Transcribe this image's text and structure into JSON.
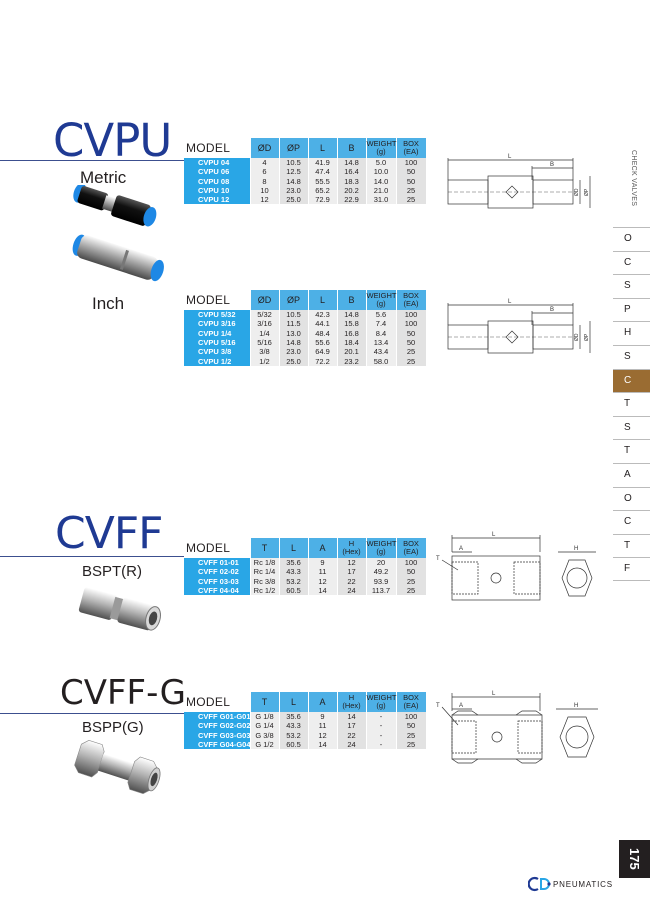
{
  "colors": {
    "accent": "#4db0e6",
    "model_cell": "#29a6e6",
    "title": "#1f3a93",
    "active_nav": "#9a6c32"
  },
  "side_category": "CHECK VALVES",
  "nav": [
    "O",
    "C",
    "S",
    "P",
    "H",
    "S",
    "C",
    "T",
    "S",
    "T",
    "A",
    "O",
    "C",
    "T",
    "F"
  ],
  "nav_active_index": 6,
  "page_number": "175",
  "brand": {
    "logo_icon": "cdc-logo-icon",
    "name": "PNEUMATICS"
  },
  "cvpu": {
    "title": "CVPU",
    "metric_label": "Metric",
    "inch_label": "Inch",
    "metric_headers": [
      "MODEL",
      "ØD",
      "ØP",
      "L",
      "B",
      "WEIGHT\n(g)",
      "BOX\n(EA)"
    ],
    "metric_rows": [
      [
        "CVPU 04",
        "4",
        "10.5",
        "41.9",
        "14.8",
        "5.0",
        "100"
      ],
      [
        "CVPU 06",
        "6",
        "12.5",
        "47.4",
        "16.4",
        "10.0",
        "50"
      ],
      [
        "CVPU 08",
        "8",
        "14.8",
        "55.5",
        "18.3",
        "14.0",
        "50"
      ],
      [
        "CVPU 10",
        "10",
        "23.0",
        "65.2",
        "20.2",
        "21.0",
        "25"
      ],
      [
        "CVPU 12",
        "12",
        "25.0",
        "72.9",
        "22.9",
        "31.0",
        "25"
      ]
    ],
    "inch_headers": [
      "MODEL",
      "ØD",
      "ØP",
      "L",
      "B",
      "WEIGHT\n(g)",
      "BOX\n(EA)"
    ],
    "inch_rows": [
      [
        "CVPU 5/32",
        "5/32",
        "10.5",
        "42.3",
        "14.8",
        "5.6",
        "100"
      ],
      [
        "CVPU 3/16",
        "3/16",
        "11.5",
        "44.1",
        "15.8",
        "7.4",
        "100"
      ],
      [
        "CVPU 1/4",
        "1/4",
        "13.0",
        "48.4",
        "16.8",
        "8.4",
        "50"
      ],
      [
        "CVPU 5/16",
        "5/16",
        "14.8",
        "55.6",
        "18.4",
        "13.4",
        "50"
      ],
      [
        "CVPU 3/8",
        "3/8",
        "23.0",
        "64.9",
        "20.1",
        "43.4",
        "25"
      ],
      [
        "CVPU 1/2",
        "1/2",
        "25.0",
        "72.2",
        "23.2",
        "58.0",
        "25"
      ]
    ],
    "drawing_labels": {
      "L": "L",
      "B": "B",
      "P": "ØP",
      "D": "ØD"
    }
  },
  "cvff": {
    "title": "CVFF",
    "label": "BSPT(R)",
    "headers": [
      "MODEL",
      "T",
      "L",
      "A",
      "H\n(Hex)",
      "WEIGHT\n(g)",
      "BOX\n(EA)"
    ],
    "rows": [
      [
        "CVFF 01-01",
        "Rc 1/8",
        "35.6",
        "9",
        "12",
        "20",
        "100"
      ],
      [
        "CVFF 02-02",
        "Rc 1/4",
        "43.3",
        "11",
        "17",
        "49.2",
        "50"
      ],
      [
        "CVFF 03-03",
        "Rc 3/8",
        "53.2",
        "12",
        "22",
        "93.9",
        "25"
      ],
      [
        "CVFF 04-04",
        "Rc 1/2",
        "60.5",
        "14",
        "24",
        "113.7",
        "25"
      ]
    ],
    "drawing_labels": {
      "T": "T",
      "A": "A",
      "L": "L",
      "H": "H"
    }
  },
  "cvffg": {
    "title": "CVFF-G",
    "label": "BSPP(G)",
    "headers": [
      "MODEL",
      "T",
      "L",
      "A",
      "H\n(Hex)",
      "WEIGHT\n(g)",
      "BOX\n(EA)"
    ],
    "rows": [
      [
        "CVFF G01-G01",
        "G 1/8",
        "35.6",
        "9",
        "14",
        "-",
        "100"
      ],
      [
        "CVFF G02-G02",
        "G 1/4",
        "43.3",
        "11",
        "17",
        "-",
        "50"
      ],
      [
        "CVFF G03-G03",
        "G 3/8",
        "53.2",
        "12",
        "22",
        "-",
        "25"
      ],
      [
        "CVFF G04-G04",
        "G 1/2",
        "60.5",
        "14",
        "24",
        "-",
        "25"
      ]
    ],
    "drawing_labels": {
      "T": "T",
      "A": "A",
      "L": "L",
      "H": "H"
    }
  }
}
